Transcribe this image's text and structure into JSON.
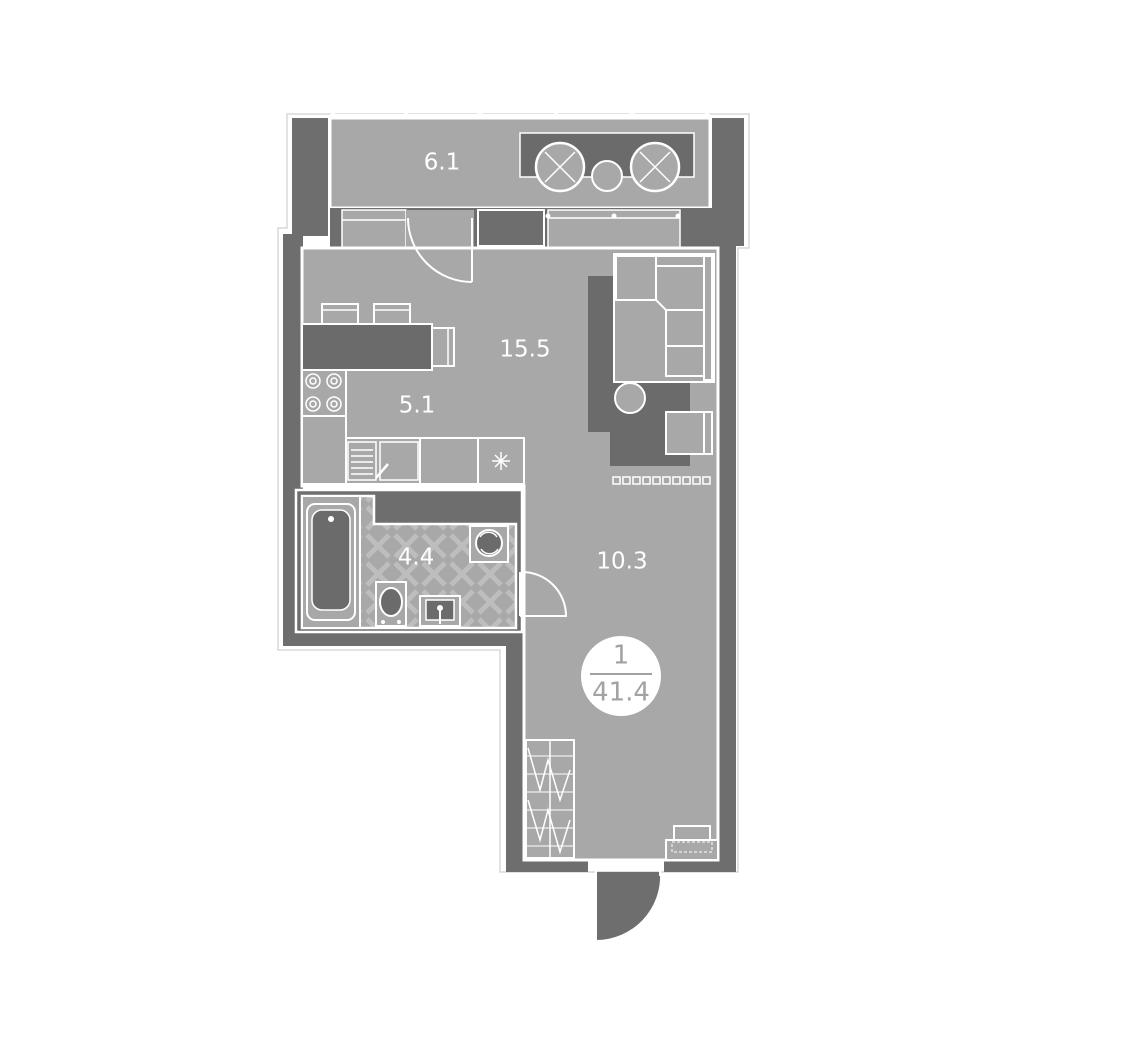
{
  "rooms": {
    "balcony": {
      "area": "6.1"
    },
    "living": {
      "area": "15.5"
    },
    "kitchen": {
      "area": "5.1"
    },
    "bathroom": {
      "area": "4.4"
    },
    "hall": {
      "area": "10.3"
    }
  },
  "badge": {
    "rooms": "1",
    "total_area": "41.4"
  },
  "colors": {
    "floor": "#a8a8a8",
    "wall": "#6e6e6e",
    "furniture": "#6b6b6b",
    "line": "#ffffff",
    "badge_text": "#a2a2a2"
  }
}
